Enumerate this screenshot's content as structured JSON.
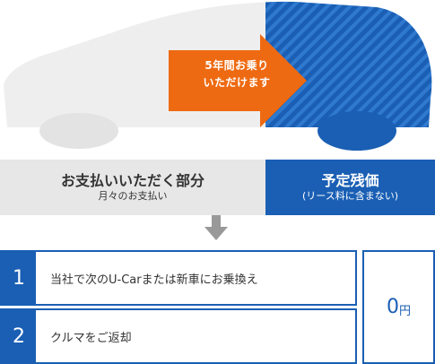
{
  "arrow": {
    "line1": "5年間お乗り",
    "line2": "いただけます"
  },
  "left_band": {
    "title": "お支払いいただく部分",
    "subtitle": "月々のお支払い"
  },
  "right_band": {
    "title": "予定残価",
    "subtitle": "(リース料に含まない)"
  },
  "options": [
    {
      "number": "1",
      "label": "当社で次のU-Carまたは新車にお乗換え"
    },
    {
      "number": "2",
      "label": "クルマをご返却"
    }
  ],
  "result": {
    "amount": "0",
    "unit": "円"
  },
  "colors": {
    "blue": "#1a5fb4",
    "orange": "#ee6a12",
    "gray": "#e7e7e7",
    "car_gray": "#eeeeee"
  }
}
